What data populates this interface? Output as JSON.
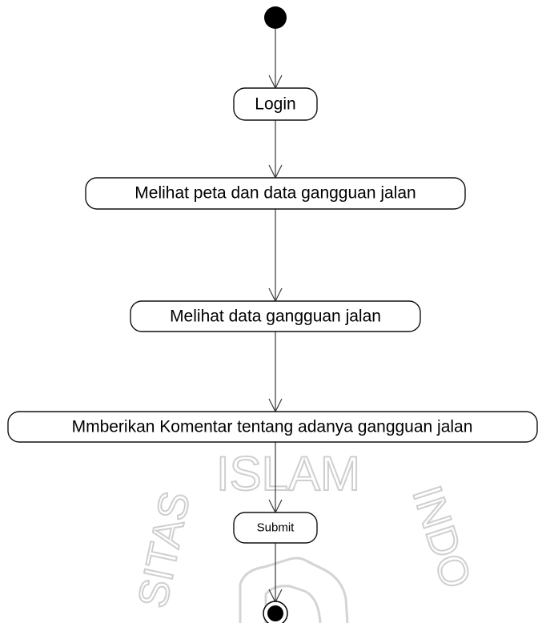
{
  "diagram": {
    "type": "uml-activity",
    "start": "initial-node",
    "end": "final-node",
    "activities": [
      {
        "id": "login",
        "label": "Login"
      },
      {
        "id": "melihat-peta",
        "label": "Melihat peta dan data gangguan jalan"
      },
      {
        "id": "melihat-data",
        "label": "Melihat data gangguan jalan"
      },
      {
        "id": "komentar",
        "label": "Mmberikan Komentar tentang adanya gangguan jalan"
      },
      {
        "id": "submit",
        "label": "Submit"
      }
    ],
    "flows": [
      [
        "initial-node",
        "login"
      ],
      [
        "login",
        "melihat-peta"
      ],
      [
        "melihat-peta",
        "melihat-data"
      ],
      [
        "melihat-data",
        "komentar"
      ],
      [
        "komentar",
        "submit"
      ],
      [
        "submit",
        "final-node"
      ]
    ]
  },
  "watermark": {
    "top": "ISLAM",
    "left": "SITAS",
    "right": "INDO"
  },
  "colors": {
    "line": "#3a3a3a",
    "node_border": "#111111",
    "watermark": "#cfcfcf"
  }
}
